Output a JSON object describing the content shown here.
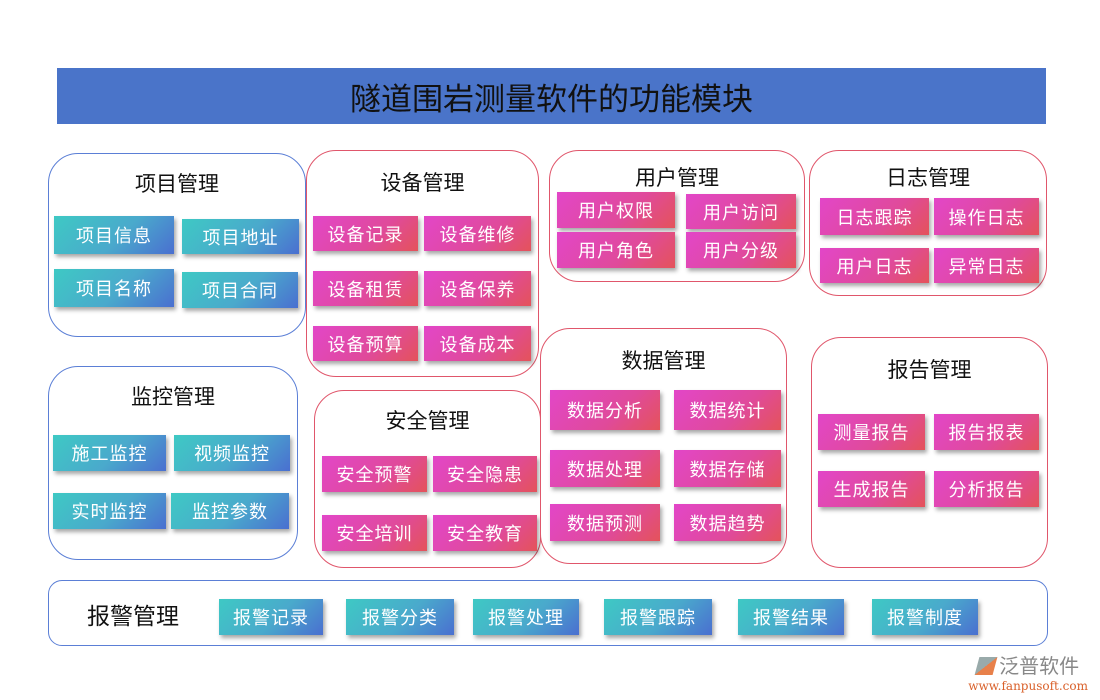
{
  "title": "隧道围岩测量软件的功能模块",
  "modules": {
    "project": {
      "title": "项目管理",
      "items": [
        "项目信息",
        "项目地址",
        "项目名称",
        "项目合同"
      ]
    },
    "device": {
      "title": "设备管理",
      "items": [
        "设备记录",
        "设备维修",
        "设备租赁",
        "设备保养",
        "设备预算",
        "设备成本"
      ]
    },
    "user": {
      "title": "用户管理",
      "items": [
        "用户权限",
        "用户访问",
        "用户角色",
        "用户分级"
      ]
    },
    "log": {
      "title": "日志管理",
      "items": [
        "日志跟踪",
        "操作日志",
        "用户日志",
        "异常日志"
      ]
    },
    "monitor": {
      "title": "监控管理",
      "items": [
        "施工监控",
        "视频监控",
        "实时监控",
        "监控参数"
      ]
    },
    "safety": {
      "title": "安全管理",
      "items": [
        "安全预警",
        "安全隐患",
        "安全培训",
        "安全教育"
      ]
    },
    "data": {
      "title": "数据管理",
      "items": [
        "数据分析",
        "数据统计",
        "数据处理",
        "数据存储",
        "数据预测",
        "数据趋势"
      ]
    },
    "report": {
      "title": "报告管理",
      "items": [
        "测量报告",
        "报告报表",
        "生成报告",
        "分析报告"
      ]
    },
    "alarm": {
      "title": "报警管理",
      "items": [
        "报警记录",
        "报警分类",
        "报警处理",
        "报警跟踪",
        "报警结果",
        "报警制度"
      ]
    }
  },
  "logo": {
    "name": "泛普软件",
    "url": "www.fanpusoft.com"
  },
  "colors": {
    "header": "#4a74c9",
    "blue_border": "#5b7fd6",
    "red_border": "#e0566b"
  }
}
